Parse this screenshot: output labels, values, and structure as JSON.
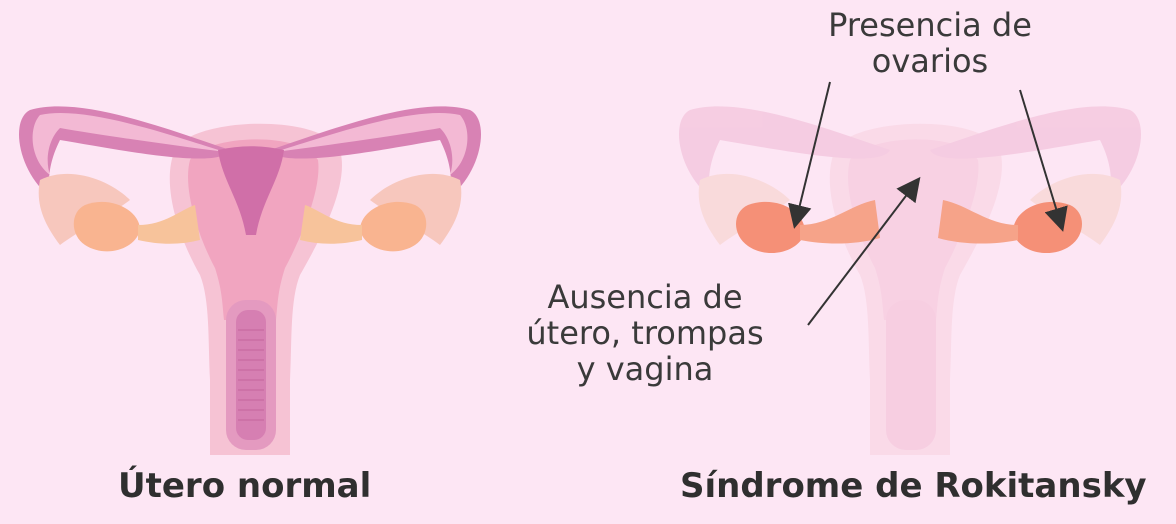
{
  "left": {
    "caption": "Útero normal"
  },
  "right": {
    "caption": "Síndrome de Rokitansky",
    "label_ovaries_line1": "Presencia de",
    "label_ovaries_line2": "ovarios",
    "label_absence_line1": "Ausencia de",
    "label_absence_line2": "útero, trompas",
    "label_absence_line3": "y vagina"
  },
  "colors": {
    "background": "#fde6f4",
    "uterus_outer": "#f5b8cb",
    "uterus_inner": "#e07ab2",
    "ovary": "#f7a07a",
    "ovary_highlight": "#f47c6a",
    "ghost": "#f8cfe0"
  }
}
